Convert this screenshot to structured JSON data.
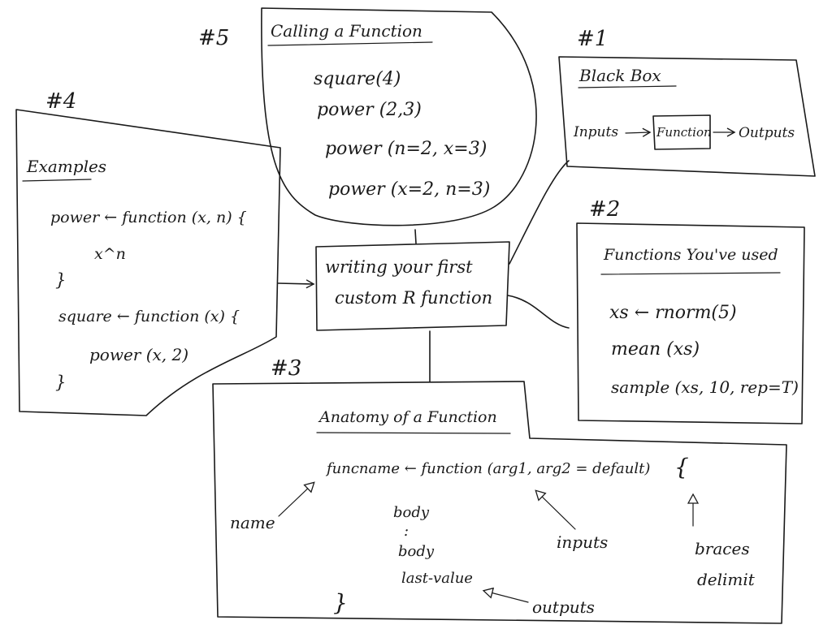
{
  "center": {
    "line1": "writing your first",
    "line2": "custom R function"
  },
  "panel_1": {
    "number": "#1",
    "title": "Black Box",
    "inputs": "Inputs",
    "function": "Function",
    "outputs": "Outputs"
  },
  "panel_2": {
    "number": "#2",
    "title": "Functions You've used",
    "lines": [
      "xs ← rnorm(5)",
      "mean (xs)",
      "sample (xs, 10, rep=T)"
    ]
  },
  "panel_3": {
    "number": "#3",
    "title": "Anatomy of a Function",
    "signature": "funcname ← function (arg1, arg2 = default)",
    "open_brace": "{",
    "body_lines": [
      "body",
      ":",
      "body",
      "last-value"
    ],
    "close_brace": "}",
    "labels": {
      "name": "name",
      "inputs": "inputs",
      "braces": "braces",
      "delimit": "delimit",
      "outputs": "outputs"
    }
  },
  "panel_4": {
    "number": "#4",
    "title": "Examples",
    "lines": [
      "power ← function (x, n) {",
      "x^n",
      "}",
      "square ← function (x) {",
      "power (x, 2)",
      "}"
    ]
  },
  "panel_5": {
    "number": "#5",
    "title": "Calling a Function",
    "lines": [
      "square(4)",
      "power (2,3)",
      "power (n=2, x=3)",
      "power (x=2, n=3)"
    ]
  }
}
